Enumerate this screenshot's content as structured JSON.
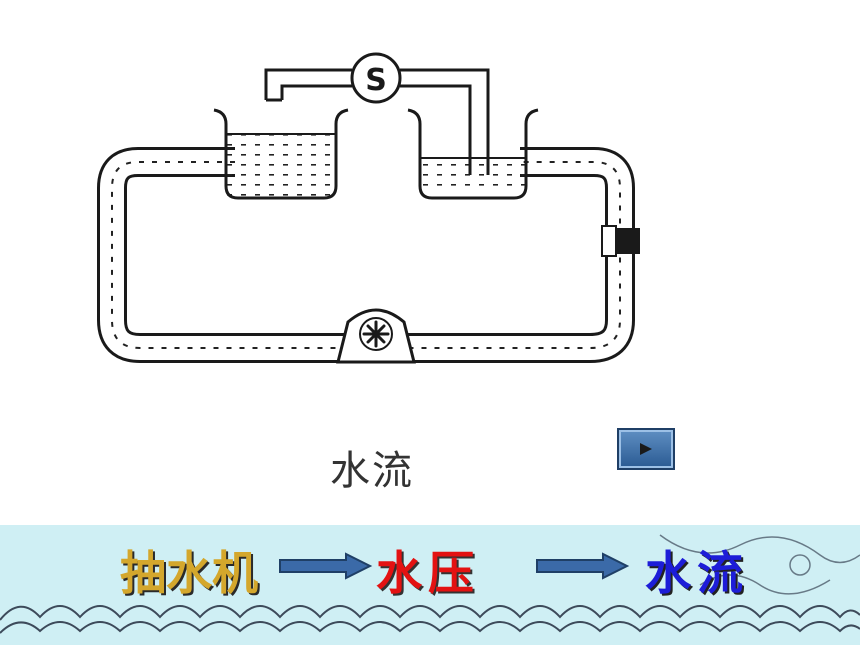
{
  "caption": "水流",
  "play_button": {
    "icon": "play-icon"
  },
  "flow": {
    "step1": "抽水机",
    "step2": "水压",
    "step3": "水流"
  },
  "colors": {
    "step1": "#d4a72c",
    "step2": "#e31212",
    "step3": "#1d1dd8",
    "arrow": "#3b6aa8",
    "band": "#cfeff4"
  },
  "turbine_symbol": "S"
}
